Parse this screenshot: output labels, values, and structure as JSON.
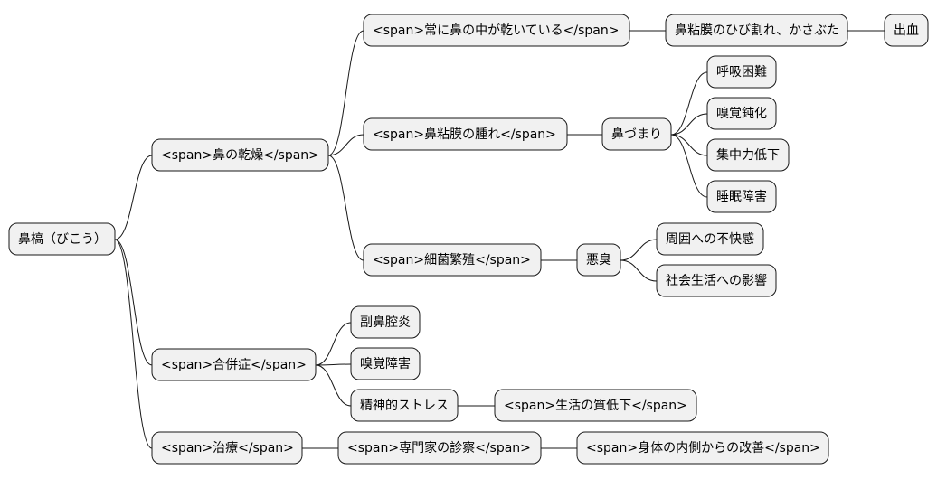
{
  "root": {
    "label": "鼻槁（びこう）",
    "children": [
      {
        "label": "<span>鼻の乾燥</span>",
        "children": [
          {
            "label": "<span>常に鼻の中が乾いている</span>",
            "children": [
              {
                "label": "鼻粘膜のひび割れ、かさぶた",
                "children": [
                  {
                    "label": "出血"
                  }
                ]
              }
            ]
          },
          {
            "label": "<span>鼻粘膜の腫れ</span>",
            "children": [
              {
                "label": "鼻づまり",
                "children": [
                  {
                    "label": "呼吸困難"
                  },
                  {
                    "label": "嗅覚鈍化"
                  },
                  {
                    "label": "集中力低下"
                  },
                  {
                    "label": "睡眠障害"
                  }
                ]
              }
            ]
          },
          {
            "label": "<span>細菌繁殖</span>",
            "children": [
              {
                "label": "悪臭",
                "children": [
                  {
                    "label": "周囲への不快感"
                  },
                  {
                    "label": "社会生活への影響"
                  }
                ]
              }
            ]
          }
        ]
      },
      {
        "label": "<span>合併症</span>",
        "children": [
          {
            "label": "副鼻腔炎"
          },
          {
            "label": "嗅覚障害"
          },
          {
            "label": "精神的ストレス",
            "children": [
              {
                "label": "<span>生活の質低下</span>"
              }
            ]
          }
        ]
      },
      {
        "label": "<span>治療</span>",
        "children": [
          {
            "label": "<span>専門家の診察</span>",
            "children": [
              {
                "label": "<span>身体の内側からの改善</span>"
              }
            ]
          }
        ]
      }
    ]
  }
}
